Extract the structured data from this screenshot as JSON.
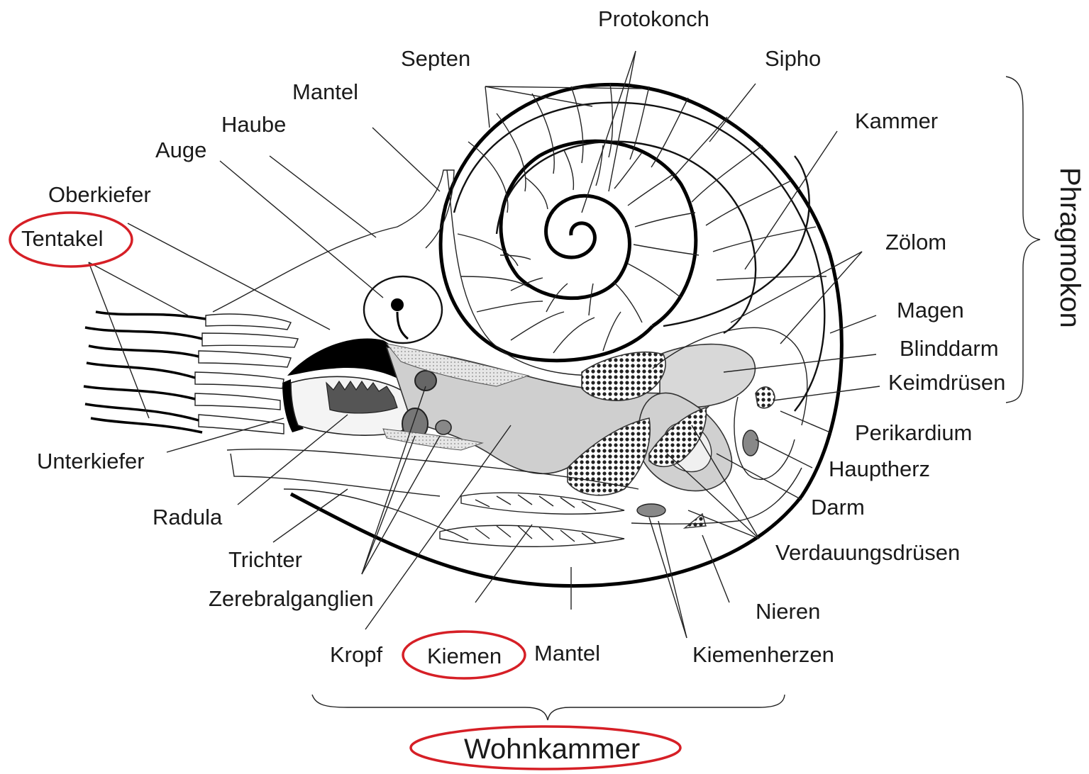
{
  "labels": {
    "protokonch": "Protokonch",
    "septen": "Septen",
    "sipho": "Sipho",
    "mantel_top": "Mantel",
    "kammer": "Kammer",
    "haube": "Haube",
    "auge": "Auge",
    "oberkiefer": "Oberkiefer",
    "tentakel": "Tentakel",
    "zoelom": "Zölom",
    "magen": "Magen",
    "blinddarm": "Blinddarm",
    "keimdruesen": "Keimdrüsen",
    "perikardium": "Perikardium",
    "hauptherz": "Hauptherz",
    "unterkiefer": "Unterkiefer",
    "darm": "Darm",
    "radula": "Radula",
    "verdauungsdruesen": "Verdauungsdrüsen",
    "trichter": "Trichter",
    "zerebralganglien": "Zerebralganglien",
    "nieren": "Nieren",
    "kropf": "Kropf",
    "kiemen": "Kiemen",
    "mantel_bottom": "Mantel",
    "kiemenherzen": "Kiemenherzen",
    "phragmokon": "Phragmokon",
    "wohnkammer": "Wohnkammer"
  },
  "highlights": [
    "Tentakel",
    "Kiemen",
    "Wohnkammer"
  ],
  "colors": {
    "highlight_ring": "#d61f26",
    "organ_fill": "#cfcfcf",
    "outline": "#000000"
  }
}
